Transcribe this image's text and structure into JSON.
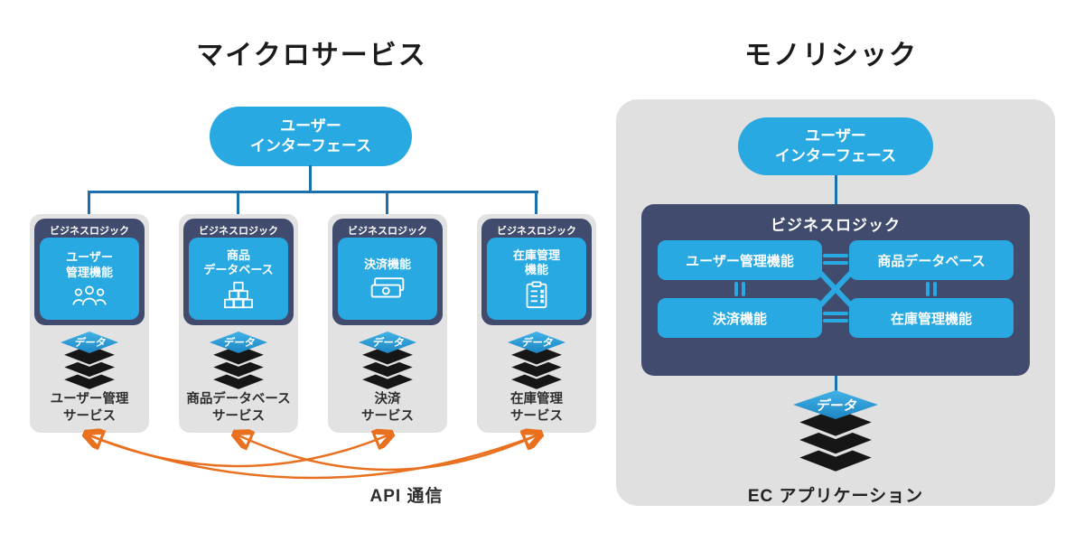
{
  "colors": {
    "accent_blue": "#29A9E1",
    "navy": "#414B6E",
    "panel_gray": "#E2E2E2",
    "connector_blue": "#1B6FAD",
    "arrow_orange": "#E8701F",
    "data_diamond_blue": "#1E86C4",
    "layers_black": "#161616",
    "text_dark": "#2E2E2E"
  },
  "left": {
    "title": "マイクロサービス",
    "ui_box": {
      "lines": [
        "ユーザー",
        "インターフェース"
      ]
    },
    "columns": [
      {
        "logic_header": "ビジネスロジック",
        "feature_lines": [
          "ユーザー",
          "管理機能"
        ],
        "icon": "users-icon",
        "data_label": "データ",
        "service_lines": [
          "ユーザー管理",
          "サービス"
        ]
      },
      {
        "logic_header": "ビジネスロジック",
        "feature_lines": [
          "商品",
          "データベース"
        ],
        "icon": "boxes-icon",
        "data_label": "データ",
        "service_lines": [
          "商品データベース",
          "サービス"
        ]
      },
      {
        "logic_header": "ビジネスロジック",
        "feature_lines": [
          "決済機能"
        ],
        "icon": "money-icon",
        "data_label": "データ",
        "service_lines": [
          "決済",
          "サービス"
        ]
      },
      {
        "logic_header": "ビジネスロジック",
        "feature_lines": [
          "在庫管理",
          "機能"
        ],
        "icon": "clipboard-icon",
        "data_label": "データ",
        "service_lines": [
          "在庫管理",
          "サービス"
        ]
      }
    ],
    "api_label": "API 通信"
  },
  "right": {
    "title": "モノリシック",
    "ui_box": {
      "lines": [
        "ユーザー",
        "インターフェース"
      ]
    },
    "logic_header": "ビジネスロジック",
    "modules": [
      "ユーザー管理機能",
      "商品データベース",
      "決済機能",
      "在庫管理機能"
    ],
    "data_label": "データ",
    "app_label": "EC アプリケーション"
  }
}
